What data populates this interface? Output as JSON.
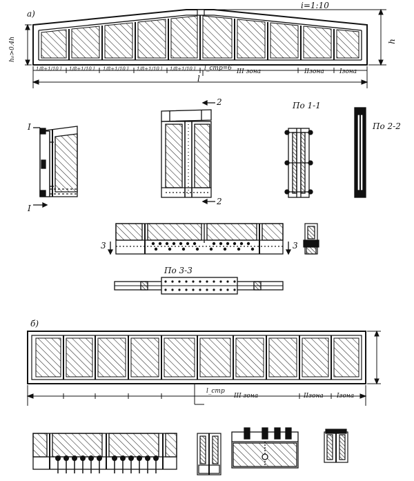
{
  "labels": {
    "fig_a": "а)",
    "slope": "i=1:10",
    "h_left": "h₀>0.4h",
    "h_right": "h",
    "seg1": "1/8÷1/10 l",
    "seg2": "1/8÷1/10 l",
    "seg3": "1/8÷1/10 l",
    "seg4": "1/8÷1/10 l",
    "seg5": "1/8÷1/10 l",
    "lstr_a": "l_стр=6",
    "zone3_a": "III зона",
    "zone2_a": "IIзона",
    "zone1_a": "Iзона",
    "span_l": "l",
    "sec1_a": "I",
    "sec1_b": "I",
    "sec2_a": "2",
    "sec2_b": "2",
    "po11": "По 1-1",
    "po22": "По 2-2",
    "sec3_a": "3",
    "sec3_b": "3",
    "po33": "По 3-3",
    "fig_b": "б)",
    "lstr_b": "l_стр",
    "zone3_b": "III зона",
    "zone2_b": "IIзона",
    "zone1_b": "Iзона"
  }
}
